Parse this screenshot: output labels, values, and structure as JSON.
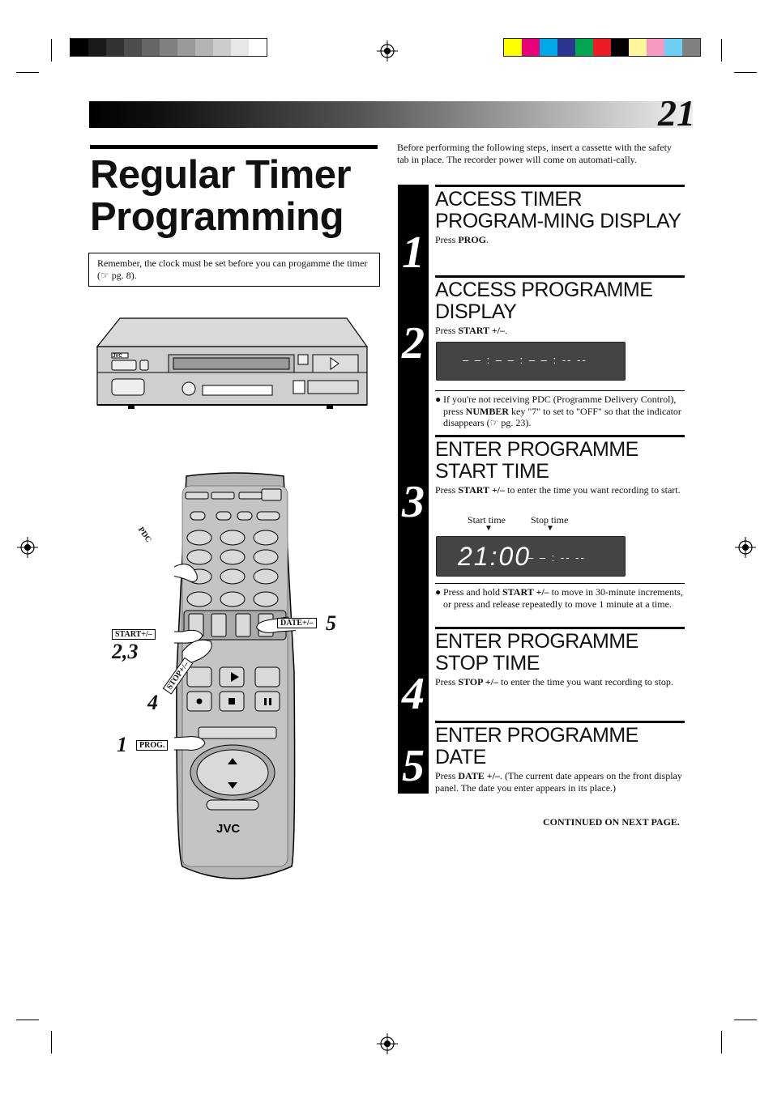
{
  "page_number": "21",
  "title": "Regular Timer Programming",
  "note_text": "Remember, the clock must be set before you can progamme the timer (☞ pg. 8).",
  "intro_text": "Before performing the following steps, insert a cassette with the safety tab in place. The recorder power will come on automati-cally.",
  "steps": [
    {
      "number": "1",
      "heading": "ACCESS TIMER PROGRAM-MING DISPLAY",
      "text_pre": "Press ",
      "text_bold": "PROG",
      "text_post": "."
    },
    {
      "number": "2",
      "heading": "ACCESS PROGRAMME DISPLAY",
      "text_pre": "Press ",
      "text_bold": "START +/–",
      "text_post": "."
    },
    {
      "number": "3",
      "heading": "ENTER PROGRAMME START TIME",
      "text_pre": "Press ",
      "text_bold": "START +/–",
      "text_post": " to enter the time you want recording to start."
    },
    {
      "number": "4",
      "heading": "ENTER PROGRAMME STOP TIME",
      "text_pre": "Press ",
      "text_bold": "STOP +/–",
      "text_post": " to enter the time you want recording to stop."
    },
    {
      "number": "5",
      "heading": "ENTER PROGRAMME DATE",
      "text_pre": "Press ",
      "text_bold": "DATE +/–",
      "text_post": ". (The current date appears on the front display panel. The date you enter appears in its place.)"
    }
  ],
  "bullet_2": {
    "pre": "If you're not receiving PDC (Programme Delivery Control), press ",
    "bold": "NUMBER",
    "post": " key \"7\" to set to \"OFF\" so that the indicator disappears (☞ pg. 23)."
  },
  "bullet_3": {
    "pre": "Press and hold ",
    "bold": "START +/–",
    "post": " to move in 30-minute increments, or press and release repeatedly to move 1 minute at a time."
  },
  "display_2": "– – : – – : – – : -- --",
  "display_3": {
    "time": "21:00",
    "rest": "– – : -- --"
  },
  "labels": {
    "start_time": "Start time",
    "stop_time": "Stop time"
  },
  "continued": "CONTINUED ON NEXT PAGE.",
  "remote_labels": {
    "pdc": "PDC",
    "start": "START+/–",
    "date": "DATE+/–",
    "stop": "STOP+/–",
    "prog": "PROG.",
    "brand": "JVC",
    "vcr_brand": "JVC"
  },
  "callouts": {
    "start": "2,3",
    "date": "5",
    "stop": "4",
    "prog": "1"
  },
  "colors": {
    "band_dark": "#000000",
    "calibration_colors": [
      "#ffff00",
      "#e8007c",
      "#00a8e8",
      "#2c3590",
      "#00a651",
      "#ed1c24",
      "#000000",
      "#fff799",
      "#f49ac1",
      "#6dcff6",
      "#808080"
    ]
  }
}
